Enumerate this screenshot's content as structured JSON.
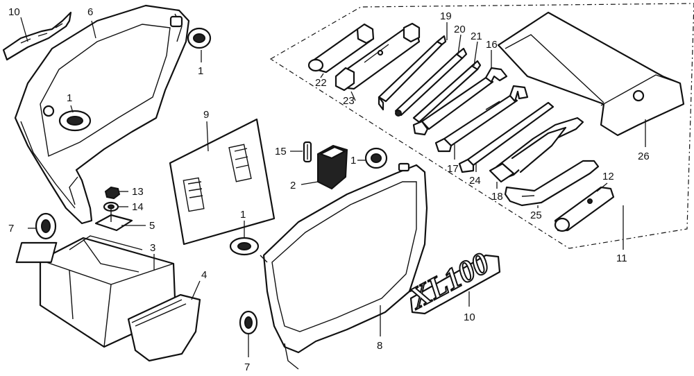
{
  "decal": {
    "text": "XL100"
  },
  "callouts": [
    {
      "id": "c10a",
      "text": "10"
    },
    {
      "id": "c6",
      "text": "6"
    },
    {
      "id": "c1a",
      "text": "1"
    },
    {
      "id": "c1b",
      "text": "1"
    },
    {
      "id": "c9",
      "text": "9"
    },
    {
      "id": "c13",
      "text": "13"
    },
    {
      "id": "c14",
      "text": "14"
    },
    {
      "id": "c5",
      "text": "5"
    },
    {
      "id": "c7a",
      "text": "7"
    },
    {
      "id": "c3",
      "text": "3"
    },
    {
      "id": "c4",
      "text": "4"
    },
    {
      "id": "c15",
      "text": "15"
    },
    {
      "id": "c1c",
      "text": "1"
    },
    {
      "id": "c2",
      "text": "2"
    },
    {
      "id": "c1d",
      "text": "1"
    },
    {
      "id": "c8",
      "text": "8"
    },
    {
      "id": "c7b",
      "text": "7"
    },
    {
      "id": "c10b",
      "text": "10"
    },
    {
      "id": "c19",
      "text": "19"
    },
    {
      "id": "c20",
      "text": "20"
    },
    {
      "id": "c21",
      "text": "21"
    },
    {
      "id": "c16",
      "text": "16"
    },
    {
      "id": "c22",
      "text": "22"
    },
    {
      "id": "c23",
      "text": "23"
    },
    {
      "id": "c17",
      "text": "17"
    },
    {
      "id": "c24",
      "text": "24"
    },
    {
      "id": "c18",
      "text": "18"
    },
    {
      "id": "c25",
      "text": "25"
    },
    {
      "id": "c12",
      "text": "12"
    },
    {
      "id": "c26",
      "text": "26"
    },
    {
      "id": "c11",
      "text": "11"
    }
  ]
}
